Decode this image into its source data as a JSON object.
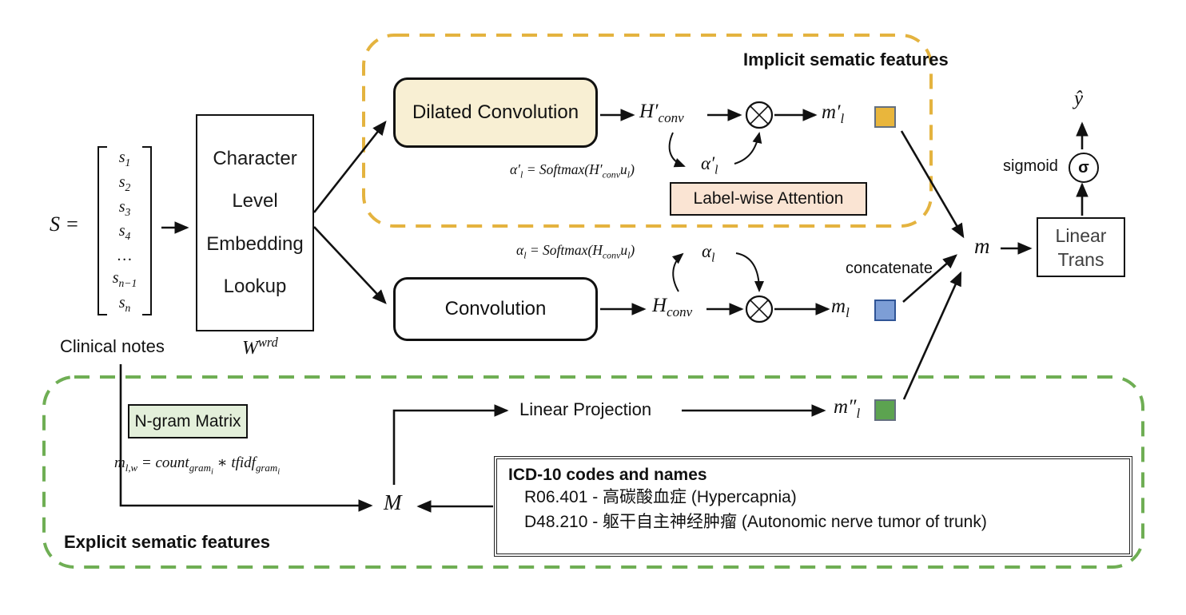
{
  "diagram": {
    "input": {
      "s_label": "S =",
      "matrix_rows": [
        "s<sub>1</sub>",
        "s<sub>2</sub>",
        "s<sub>3</sub>",
        "s<sub>4</sub>",
        "…",
        "s<sub>n−1</sub>",
        "s<sub>n</sub>"
      ],
      "caption": "Clinical notes"
    },
    "embedding": {
      "lines": [
        "Character",
        "Level",
        "Embedding",
        "Lookup"
      ],
      "weight": "W<sup>wrd</sup>"
    },
    "implicit": {
      "title": "Implicit sematic features",
      "dilated_conv": "Dilated Convolution",
      "h_conv": "H′<sub>conv</sub>",
      "attn_formula": "α′<sub>l</sub> = Softmax(H′<sub>conv</sub>u<sub>l</sub>)",
      "alpha": "α′<sub>l</sub>",
      "m": "m′<sub>l</sub>",
      "attention_box": "Label-wise Attention"
    },
    "convolution": {
      "box": "Convolution",
      "h_conv": "H<sub>conv</sub>",
      "attn_formula": "α<sub>l</sub> = Softmax(H<sub>conv</sub>u<sub>l</sub>)",
      "alpha": "α<sub>l</sub>",
      "m": "m<sub>l</sub>"
    },
    "explicit": {
      "title": "Explicit sematic features",
      "ngram_box": "N-gram Matrix",
      "formula": "m<sub>l,w</sub> = count<sub>gram<sub>i</sub></sub> ∗ tfidf<sub>gram<sub>i</sub></sub>",
      "matrix_symbol": "M",
      "linear_projection": "Linear Projection",
      "m": "m″<sub>l</sub>",
      "icd_title": "ICD-10 codes and names",
      "icd_items": [
        "R06.401 - 高碳酸血症 (Hypercapnia)",
        "D48.210 - 躯干自主神经肿瘤 (Autonomic nerve tumor of trunk)"
      ]
    },
    "output": {
      "concatenate": "concatenate",
      "m": "m",
      "linear_trans_lines": [
        "Linear",
        "Trans"
      ],
      "sigmoid_label": "sigmoid",
      "sigma": "σ",
      "y_hat": "ŷ"
    },
    "colors": {
      "implicit_region_border": "#E4B33F",
      "explicit_region_border": "#6FAE54",
      "dilated_conv_fill": "#F8EFD3",
      "attention_fill": "#FAE4D3",
      "ngram_fill": "#E3EFDA",
      "implicit_square": "#E9B63C",
      "conv_square": "#7D9ED6",
      "explicit_square": "#5CA350"
    }
  }
}
